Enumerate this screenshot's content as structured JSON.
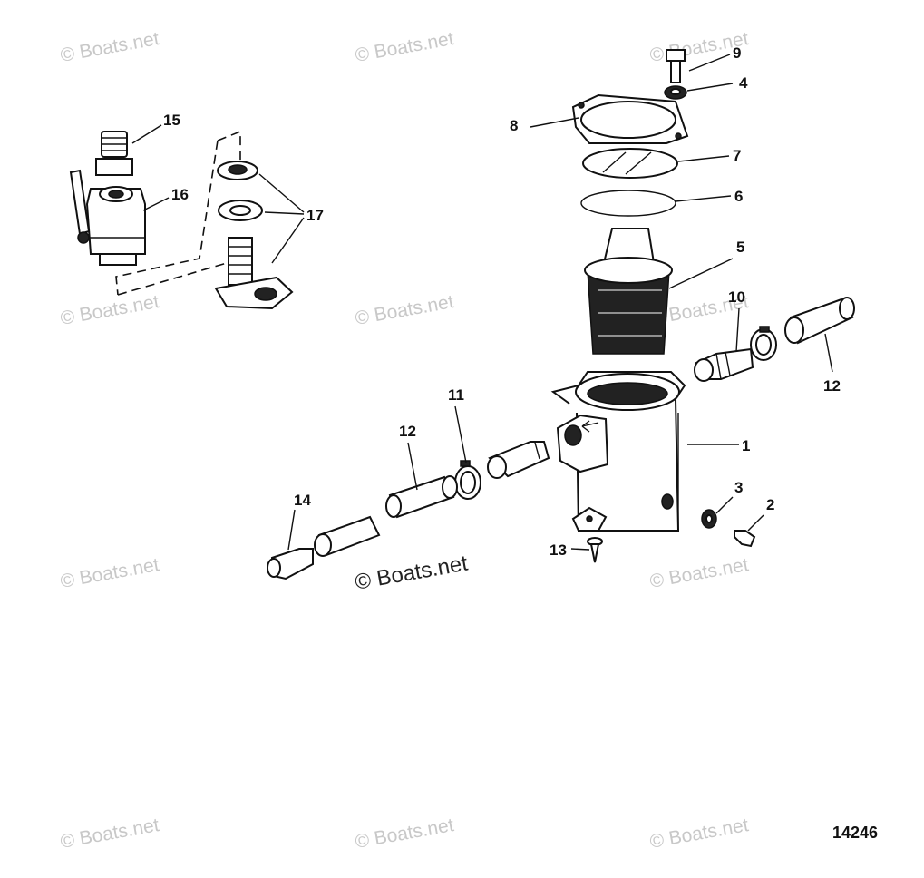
{
  "watermark": "© Boats.net",
  "center_watermark": "© Boats.net",
  "figure_number": "14246",
  "callouts": [
    {
      "id": "c1",
      "label": "1"
    },
    {
      "id": "c2",
      "label": "2"
    },
    {
      "id": "c3",
      "label": "3"
    },
    {
      "id": "c4",
      "label": "4"
    },
    {
      "id": "c5",
      "label": "5"
    },
    {
      "id": "c6",
      "label": "6"
    },
    {
      "id": "c7",
      "label": "7"
    },
    {
      "id": "c8",
      "label": "8"
    },
    {
      "id": "c9",
      "label": "9"
    },
    {
      "id": "c10",
      "label": "10"
    },
    {
      "id": "c11",
      "label": "11"
    },
    {
      "id": "c12a",
      "label": "12"
    },
    {
      "id": "c12b",
      "label": "12"
    },
    {
      "id": "c13",
      "label": "13"
    },
    {
      "id": "c14",
      "label": "14"
    },
    {
      "id": "c15",
      "label": "15"
    },
    {
      "id": "c16",
      "label": "16"
    },
    {
      "id": "c17",
      "label": "17"
    }
  ]
}
